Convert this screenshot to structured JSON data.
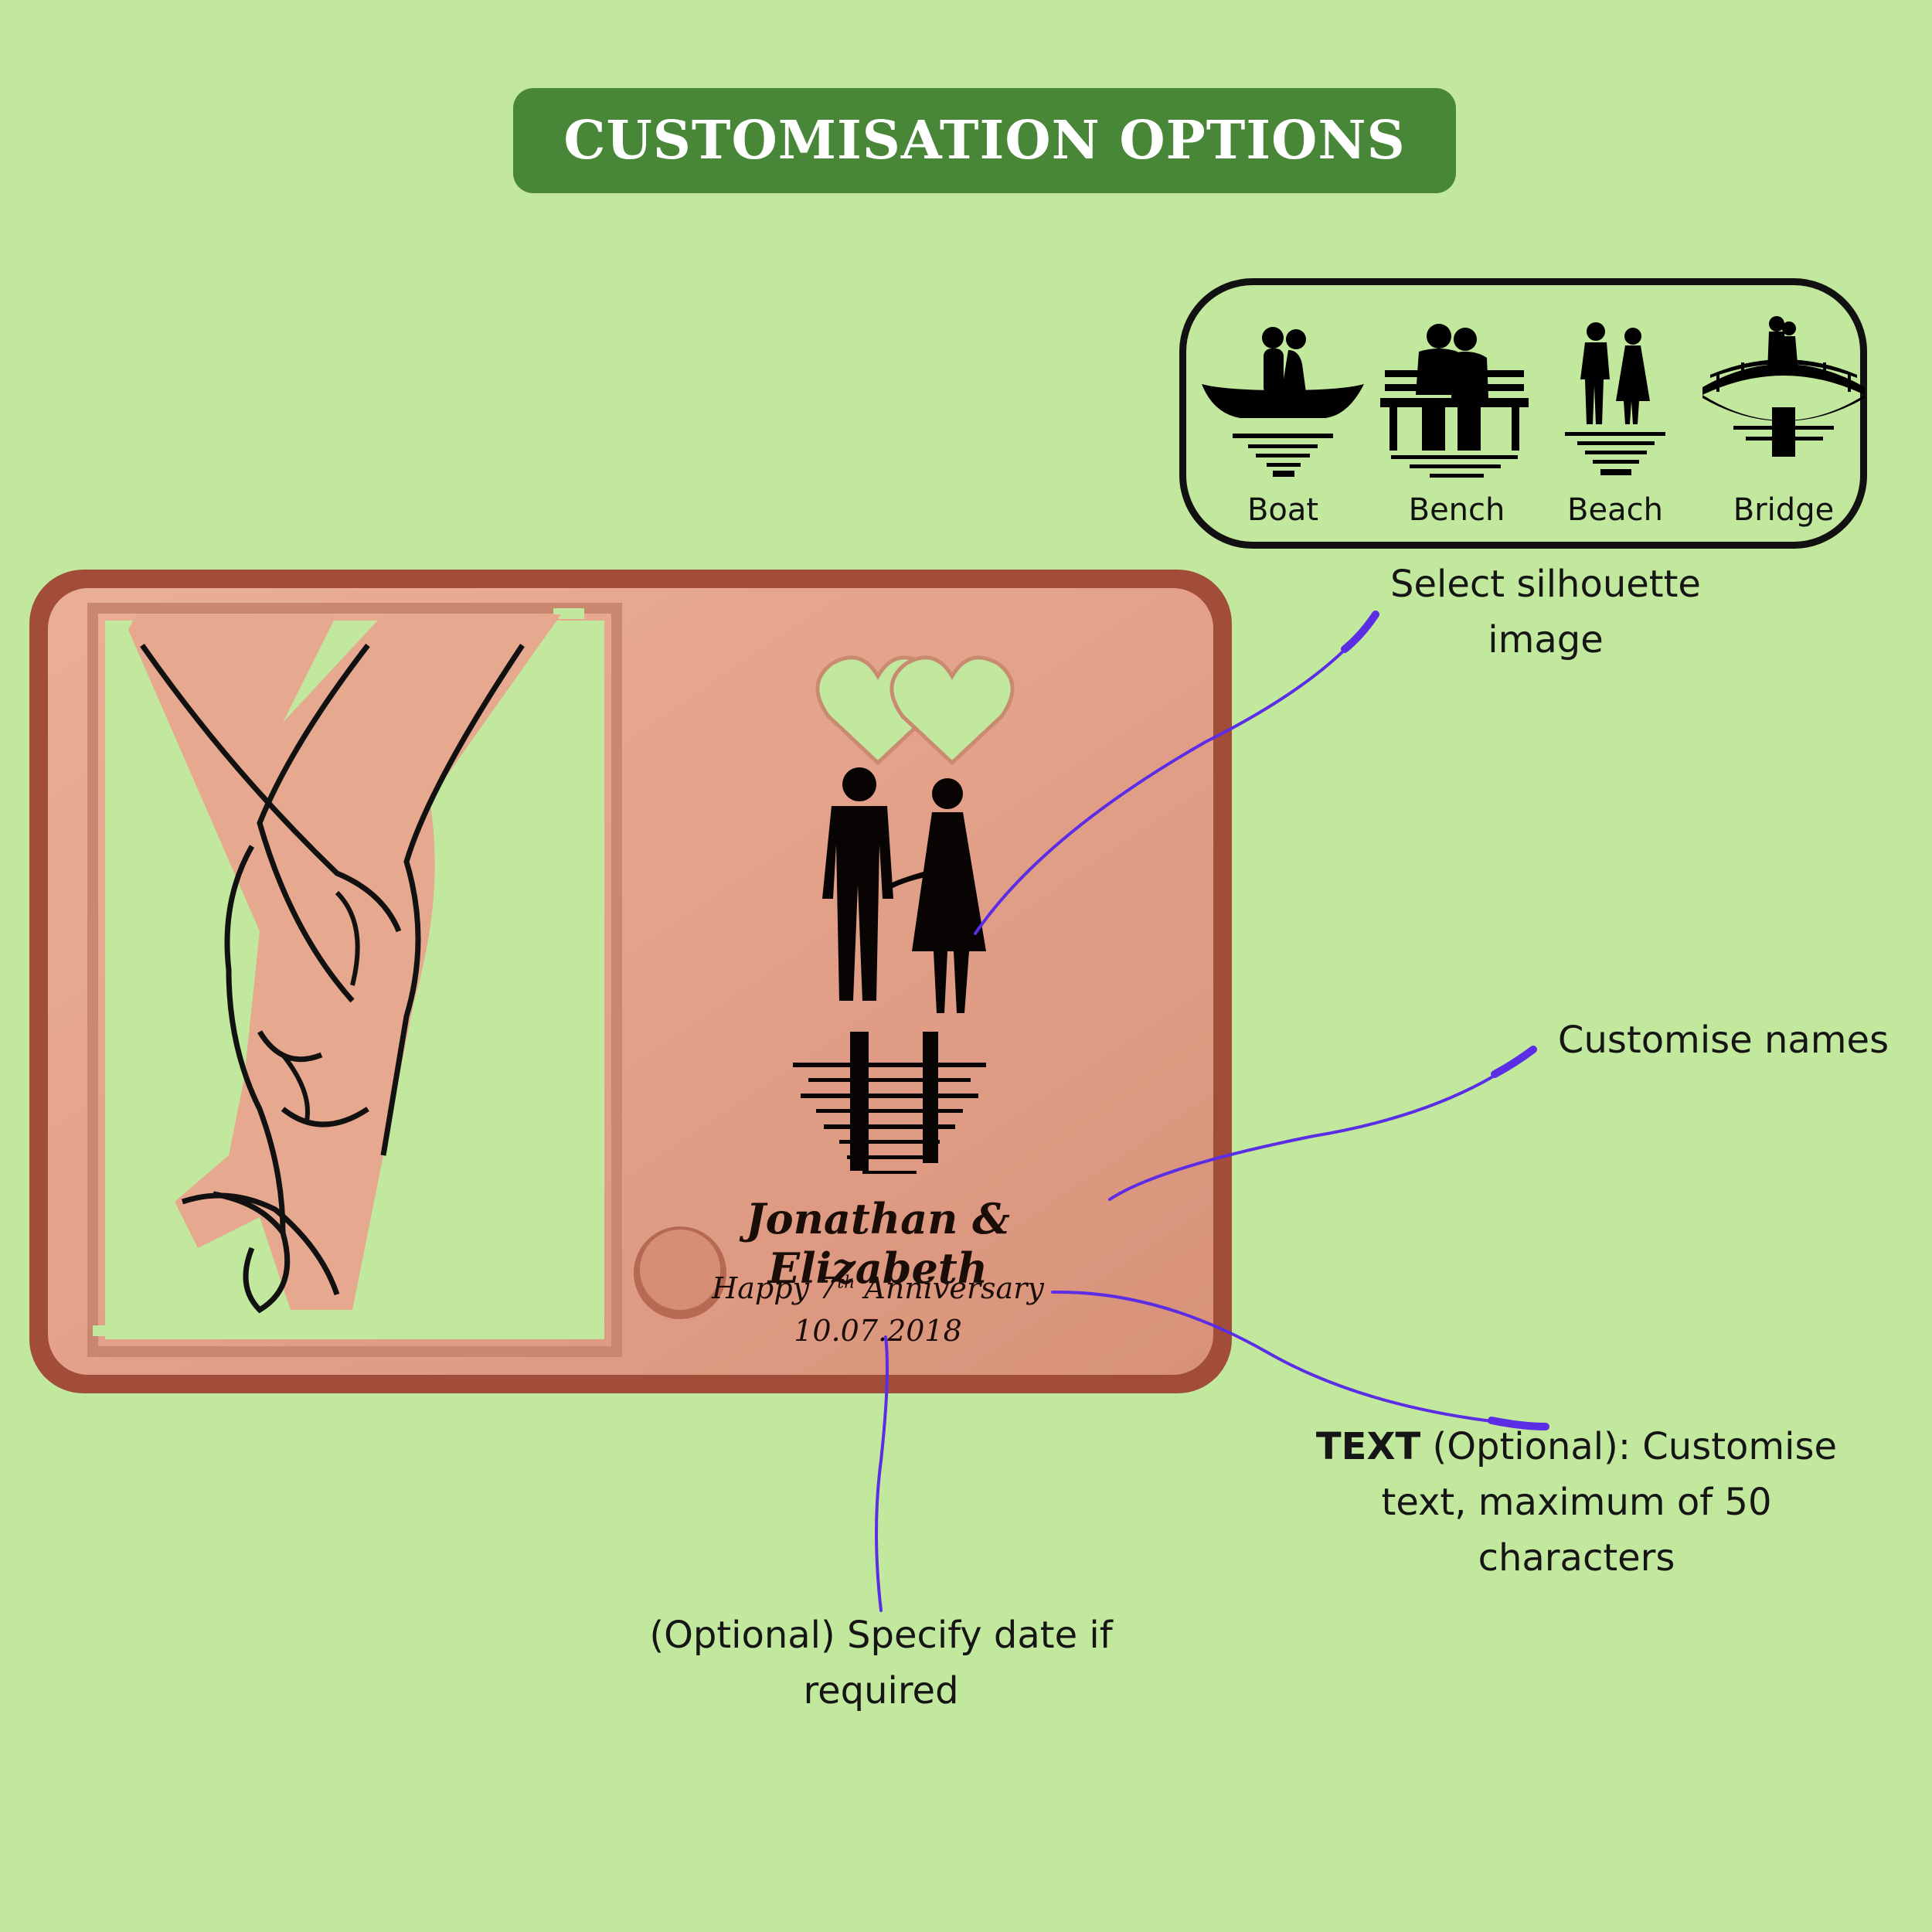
{
  "header": {
    "title": "CUSTOMISATION OPTIONS"
  },
  "silhouette_options": [
    {
      "label": "Boat",
      "icon": "couple-boat-icon"
    },
    {
      "label": "Bench",
      "icon": "couple-bench-icon"
    },
    {
      "label": "Beach",
      "icon": "couple-beach-icon"
    },
    {
      "label": "Bridge",
      "icon": "couple-bridge-icon"
    }
  ],
  "callouts": {
    "silhouette": {
      "line1": "Select silhouette",
      "line2": "image"
    },
    "names": {
      "text": "Customise names"
    },
    "text": {
      "bold": "TEXT",
      "line1_rest": " (Optional): Customise",
      "line2": "text, maximum of 50",
      "line3": "characters"
    },
    "date": {
      "line1": "(Optional) Specify date if",
      "line2": "required"
    }
  },
  "plaque": {
    "names": "Jonathan & Elizabeth",
    "message_prefix": "Happy 7",
    "message_sup": "th",
    "message_suffix": " Anniversary",
    "date": "10.07.2018"
  },
  "colors": {
    "background": "#c2e89e",
    "banner": "#488638",
    "copper": "#e6a88e",
    "copper_edge": "#9c4a38",
    "callout_line": "#5b2ee6"
  }
}
